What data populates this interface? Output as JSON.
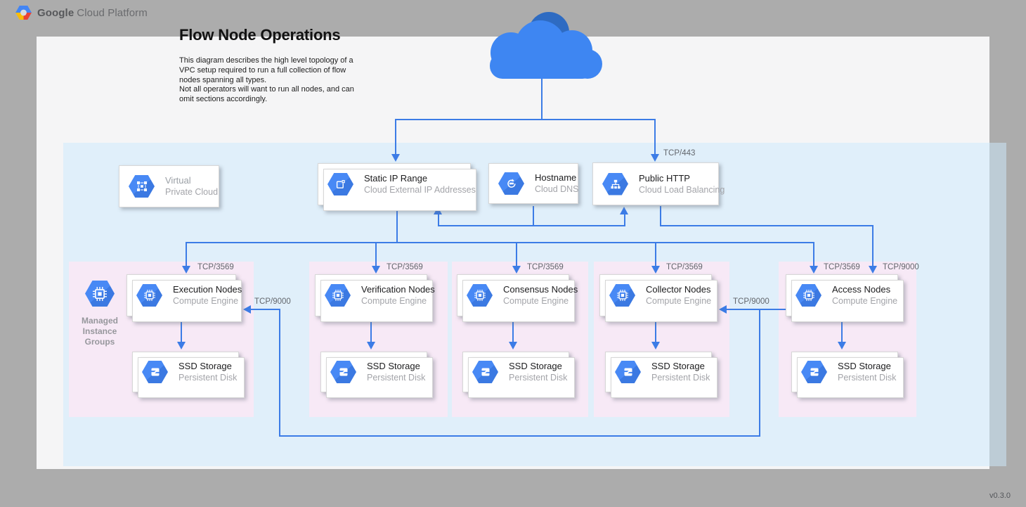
{
  "header": {
    "brand_bold": "Google",
    "brand_rest": "Cloud Platform"
  },
  "canvas": {
    "title": "Flow Node Operations",
    "description": "This diagram describes the high level topology of a VPC setup required to run a full collection of flow nodes spanning all types.\nNot all operators will want to run all nodes, and can omit sections accordingly.",
    "version": "v0.3.0"
  },
  "ports": {
    "https": "TCP/443",
    "flow": "TCP/3569",
    "grpc": "TCP/9000"
  },
  "top_cards": [
    {
      "title": "Virtual",
      "subtitle": "Private Cloud",
      "icon": "vpc-icon"
    },
    {
      "title": "Static IP Range",
      "subtitle": "Cloud External IP Addresses",
      "icon": "external-ip-icon"
    },
    {
      "title": "Hostname",
      "subtitle": "Cloud DNS",
      "icon": "dns-icon"
    },
    {
      "title": "Public HTTP",
      "subtitle": "Cloud Load Balancing",
      "icon": "load-balancer-icon"
    }
  ],
  "mig": {
    "label_lines": [
      "Managed",
      "Instance",
      "Groups"
    ]
  },
  "groups": [
    {
      "title": "Execution Nodes",
      "subtitle": "Compute Engine",
      "storage_title": "SSD Storage",
      "storage_subtitle": "Persistent Disk"
    },
    {
      "title": "Verification Nodes",
      "subtitle": "Compute Engine",
      "storage_title": "SSD Storage",
      "storage_subtitle": "Persistent Disk"
    },
    {
      "title": "Consensus Nodes",
      "subtitle": "Compute Engine",
      "storage_title": "SSD Storage",
      "storage_subtitle": "Persistent Disk"
    },
    {
      "title": "Collector Nodes",
      "subtitle": "Compute Engine",
      "storage_title": "SSD Storage",
      "storage_subtitle": "Persistent Disk"
    },
    {
      "title": "Access Nodes",
      "subtitle": "Compute Engine",
      "storage_title": "SSD Storage",
      "storage_subtitle": "Persistent Disk"
    }
  ],
  "colors": {
    "connector_blue": "#3C7CE6",
    "icon_blue": "#4285F4",
    "cloud_blue": "#3E86F2",
    "cloud_dark_blue": "#2E6BC2",
    "vpc_fill": "#E2F0FA",
    "group_fill": "#F7E9F6",
    "canvas_fill": "#F5F5F6",
    "background_gray": "#ACACAC"
  }
}
